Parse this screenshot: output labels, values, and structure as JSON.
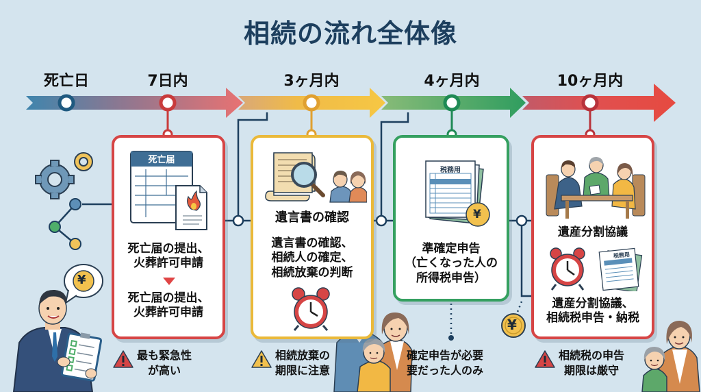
{
  "title": "相続の流れ全体像",
  "timeline": {
    "stages": [
      {
        "label": "死亡日",
        "color": "#2a6a8e"
      },
      {
        "label": "7日内",
        "color": "#d64545"
      },
      {
        "label": "3ヶ月内",
        "color": "#e8a838"
      },
      {
        "label": "4ヶ月内",
        "color": "#2e9a5a"
      },
      {
        "label": "10ヶ月内",
        "color": "#d64545"
      }
    ]
  },
  "cards": [
    {
      "icon": "death-certificate-icon",
      "form_title": "死亡届",
      "lines_a": [
        "死亡届の提出、",
        "火葬許可申請"
      ],
      "lines_b": [
        "死亡届の提出、",
        "火葬許可申請"
      ]
    },
    {
      "icon": "will-search-icon",
      "heading": "遺言書の確認",
      "lines": [
        "遺言書の確認、",
        "相続人の確定、",
        "相続放棄の判断"
      ]
    },
    {
      "icon": "tax-form-icon",
      "form_title": "税務用",
      "lines": [
        "準確定申告",
        "（亡くなった人の",
        "所得税申告）"
      ]
    },
    {
      "icon": "family-meeting-icon",
      "heading": "遺産分割協議",
      "form_title": "税務用",
      "lines": [
        "遺産分割協議、",
        "相続税申告・納税"
      ]
    }
  ],
  "notes": [
    {
      "icon": "warning-icon",
      "color": "#d64545",
      "lines": [
        "最も緊急性",
        "が高い"
      ]
    },
    {
      "icon": "warning-icon",
      "color": "#eab93a",
      "lines": [
        "相続放棄の",
        "期限に注意"
      ]
    },
    {
      "icon": "none",
      "lines": [
        "確定申告が必要",
        "要だった人のみ"
      ]
    },
    {
      "icon": "warning-icon",
      "color": "#d64545",
      "lines": [
        "相続税の申告",
        "期限は厳守"
      ]
    }
  ],
  "yen_symbol": "¥"
}
